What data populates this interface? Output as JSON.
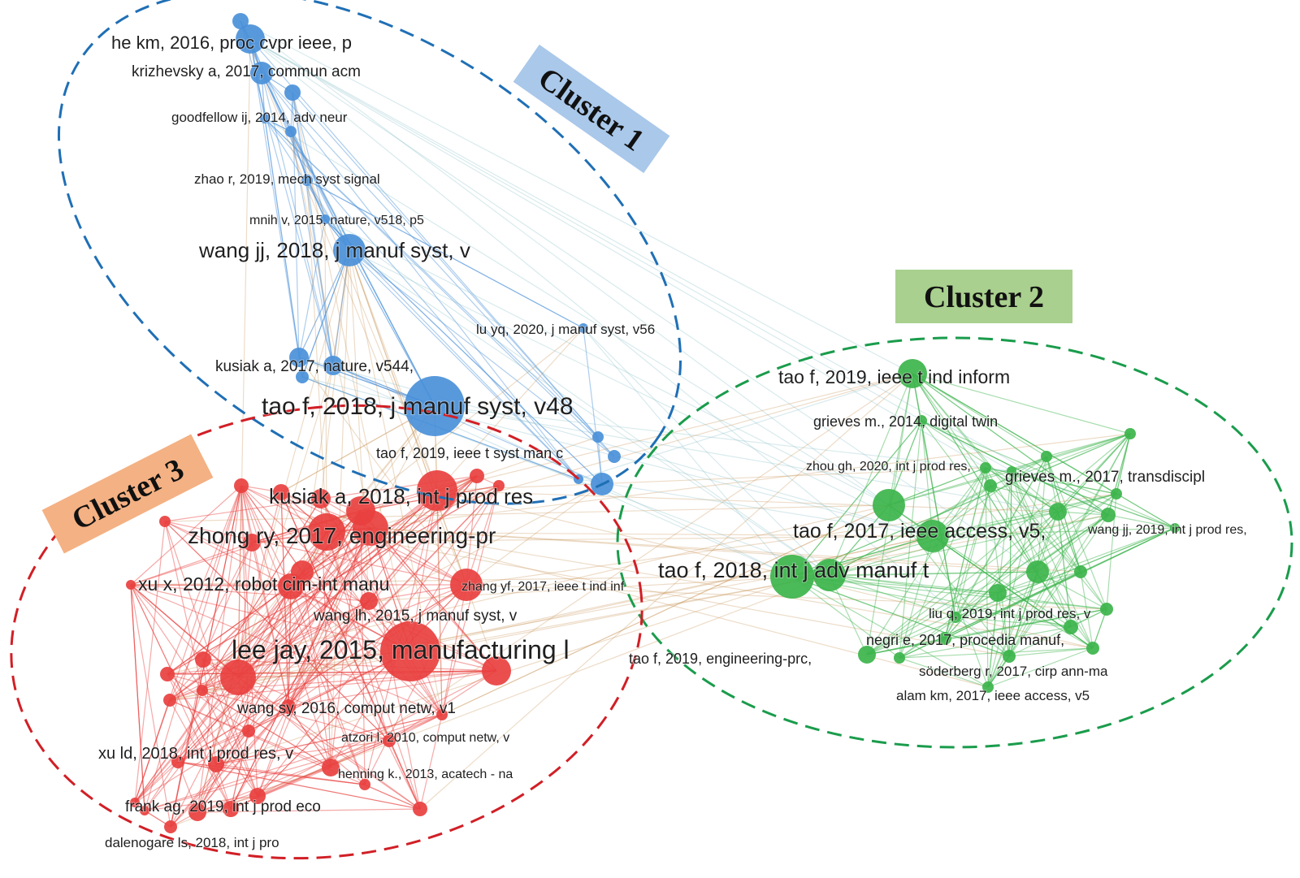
{
  "colors": {
    "cluster1": "#4a90d9",
    "cluster2": "#3cb44b",
    "cluster3": "#e8403f",
    "cluster1_ring": "#1f6fb5",
    "cluster2_ring": "#1a9c4c",
    "cluster3_ring": "#d11f26",
    "cluster1_tag": "#a9c8ea",
    "cluster2_tag": "#a9d08e",
    "cluster3_tag": "#f4b183"
  },
  "clusters": [
    {
      "id": "cluster1",
      "label": "Cluster 1"
    },
    {
      "id": "cluster2",
      "label": "Cluster 2"
    },
    {
      "id": "cluster3",
      "label": "Cluster 3"
    }
  ],
  "labels": {
    "c1": [
      "he km, 2016, proc cvpr ieee, p",
      "krizhevsky a, 2017, commun acm",
      "goodfellow ij, 2014, adv neur",
      "zhao r, 2019, mech syst signal",
      "mnih v, 2015, nature, v518, p5",
      "wang jj, 2018, j manuf syst, v",
      "lu yq, 2020, j manuf syst, v56",
      "kusiak a, 2017, nature, v544,",
      "tao f, 2018, j manuf syst, v48",
      "tao f, 2019, ieee t syst man c"
    ],
    "c2": [
      "tao f, 2019, ieee t ind inform",
      "grieves m., 2014, digital twin",
      "zhou gh, 2020, int j prod res,",
      "grieves m., 2017, transdiscipl",
      "tao f, 2017, ieee access, v5,",
      "wang jj, 2019, int j prod res,",
      "tao f, 2018, int j adv manuf t",
      "liu q, 2019, int j prod res, v",
      "negri e, 2017, procedia manuf,",
      "söderberg r, 2017, cirp ann-ma",
      "alam km, 2017, ieee access, v5",
      "tao f, 2019, engineering-prc,"
    ],
    "c3": [
      "kusiak a, 2018, int j prod res",
      "zhong ry, 2017, engineering-pr",
      "xu x, 2012, robot cim-int manu",
      "zhang yf, 2017, ieee t ind inf",
      "wang lh, 2015, j manuf syst, v",
      "lee jay, 2015, manufacturing l",
      "wang sy, 2016, comput netw, v1",
      "atzori l, 2010, comput netw, v",
      "xu ld, 2018, int j prod res, v",
      "henning k., 2013, acatech - na",
      "frank ag, 2019, int j prod eco",
      "dalenogare ls, 2018, int j pro"
    ]
  }
}
